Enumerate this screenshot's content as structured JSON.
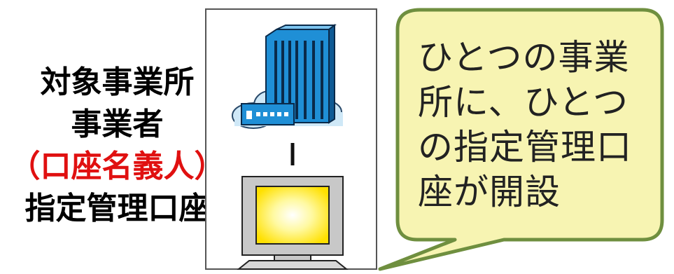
{
  "labels": {
    "line1": "対象事業所",
    "line2": "事業者",
    "line3": "（口座名義人）",
    "line4": "指定管理口座"
  },
  "callout": {
    "lines": [
      "ひとつの事業",
      "所に、ひとつ",
      "の指定管理口",
      "座が開設"
    ]
  },
  "colors": {
    "highlight_text": "#e01010",
    "callout_fill": "#f7f4b2",
    "callout_border": "#6f8f3f",
    "building_blue": "#1f8fd6",
    "screen_yellow": "#ffe000"
  },
  "icons": [
    "office-building-icon",
    "computer-monitor-icon"
  ]
}
